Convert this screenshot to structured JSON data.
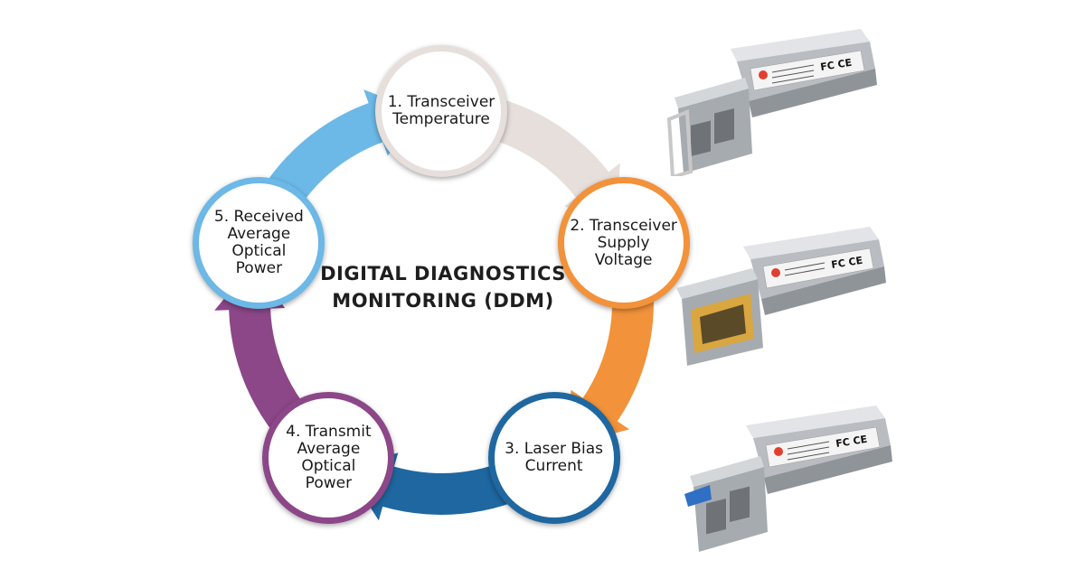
{
  "diagram": {
    "title_lines": [
      "DIGITAL DIAGNOSTICS",
      "MONITORING (DDM)"
    ],
    "nodes": [
      {
        "label": "1. Transceiver\nTemperature",
        "color": "#e6dfdb"
      },
      {
        "label": "2. Transceiver\nSupply\nVoltage",
        "color": "#f2923a"
      },
      {
        "label": "3. Laser Bias\nCurrent",
        "color": "#1f67a0"
      },
      {
        "label": "4. Transmit\nAverage\nOptical\nPower",
        "color": "#8c4788"
      },
      {
        "label": "5. Received\nAverage\nOptical\nPower",
        "color": "#6cb8e6"
      }
    ]
  },
  "modules": [
    {
      "type": "optical-sfp-duplex-lc",
      "label_text": "FC CE",
      "logo": "red-brand-logo",
      "latch_color": "#c8c8c8"
    },
    {
      "type": "copper-sfp-rj45",
      "label_text": "FC CE",
      "logo": "red-brand-logo",
      "port_color": "#d9a640"
    },
    {
      "type": "optical-sfp-duplex-lc",
      "label_text": "FC CE",
      "logo": "red-brand-logo",
      "latch_color": "#2f6fc4"
    }
  ]
}
